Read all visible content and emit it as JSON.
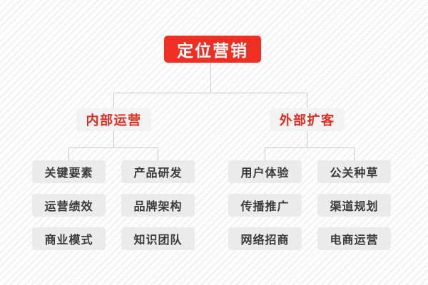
{
  "diagram": {
    "type": "organizational-tree",
    "root": {
      "label": "定位营销"
    },
    "branches": [
      {
        "label": "内部运营",
        "columns": [
          {
            "items": [
              "关键要素",
              "运营绩效",
              "商业模式"
            ]
          },
          {
            "items": [
              "产品研发",
              "品牌架构",
              "知识团队"
            ]
          }
        ]
      },
      {
        "label": "外部扩客",
        "columns": [
          {
            "items": [
              "用户体验",
              "传播推广",
              "网络招商"
            ]
          },
          {
            "items": [
              "公关种草",
              "渠道规划",
              "电商运营"
            ]
          }
        ]
      }
    ],
    "colors": {
      "root_background": "#ef2f24",
      "root_text": "#ffffff",
      "branch_background": "#f3f3f3",
      "branch_text": "#e02b20",
      "leaf_background": "#ebebeb",
      "leaf_text": "#3b3b3b",
      "connector": "#c9c9c9",
      "canvas_background": "#ffffff",
      "stripe": "#f1f1f1"
    }
  }
}
